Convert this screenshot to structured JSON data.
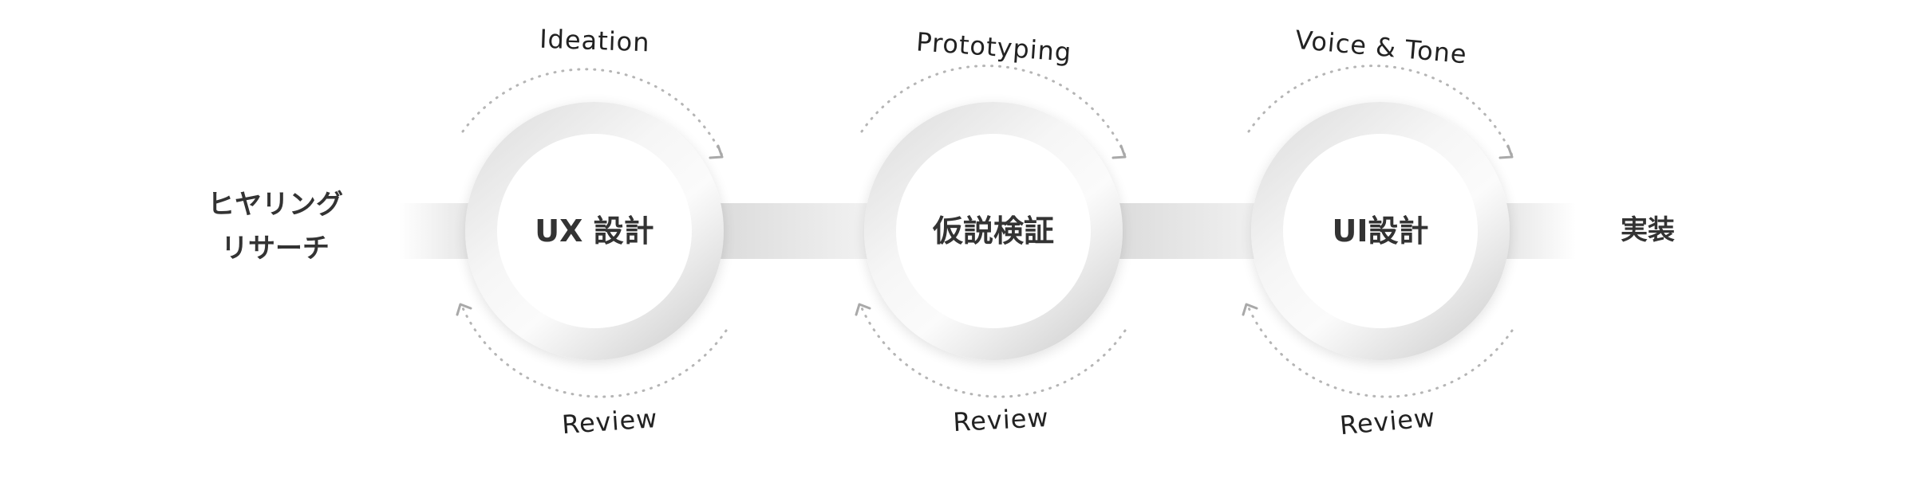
{
  "start": {
    "line1": "ヒヤリング",
    "line2": "リサーチ"
  },
  "end": {
    "label": "実装"
  },
  "stages": [
    {
      "label": "UX 設計",
      "top_arc": "Ideation",
      "bottom_arc": "Review"
    },
    {
      "label": "仮説検証",
      "top_arc": "Prototyping",
      "bottom_arc": "Review"
    },
    {
      "label": "UI設計",
      "top_arc": "Voice & Tone",
      "bottom_arc": "Review"
    }
  ],
  "colors": {
    "text": "#333333",
    "ring_dark": "#d6d6d6",
    "ring_light": "#f7f7f7",
    "dots": "#b5b5b5"
  }
}
